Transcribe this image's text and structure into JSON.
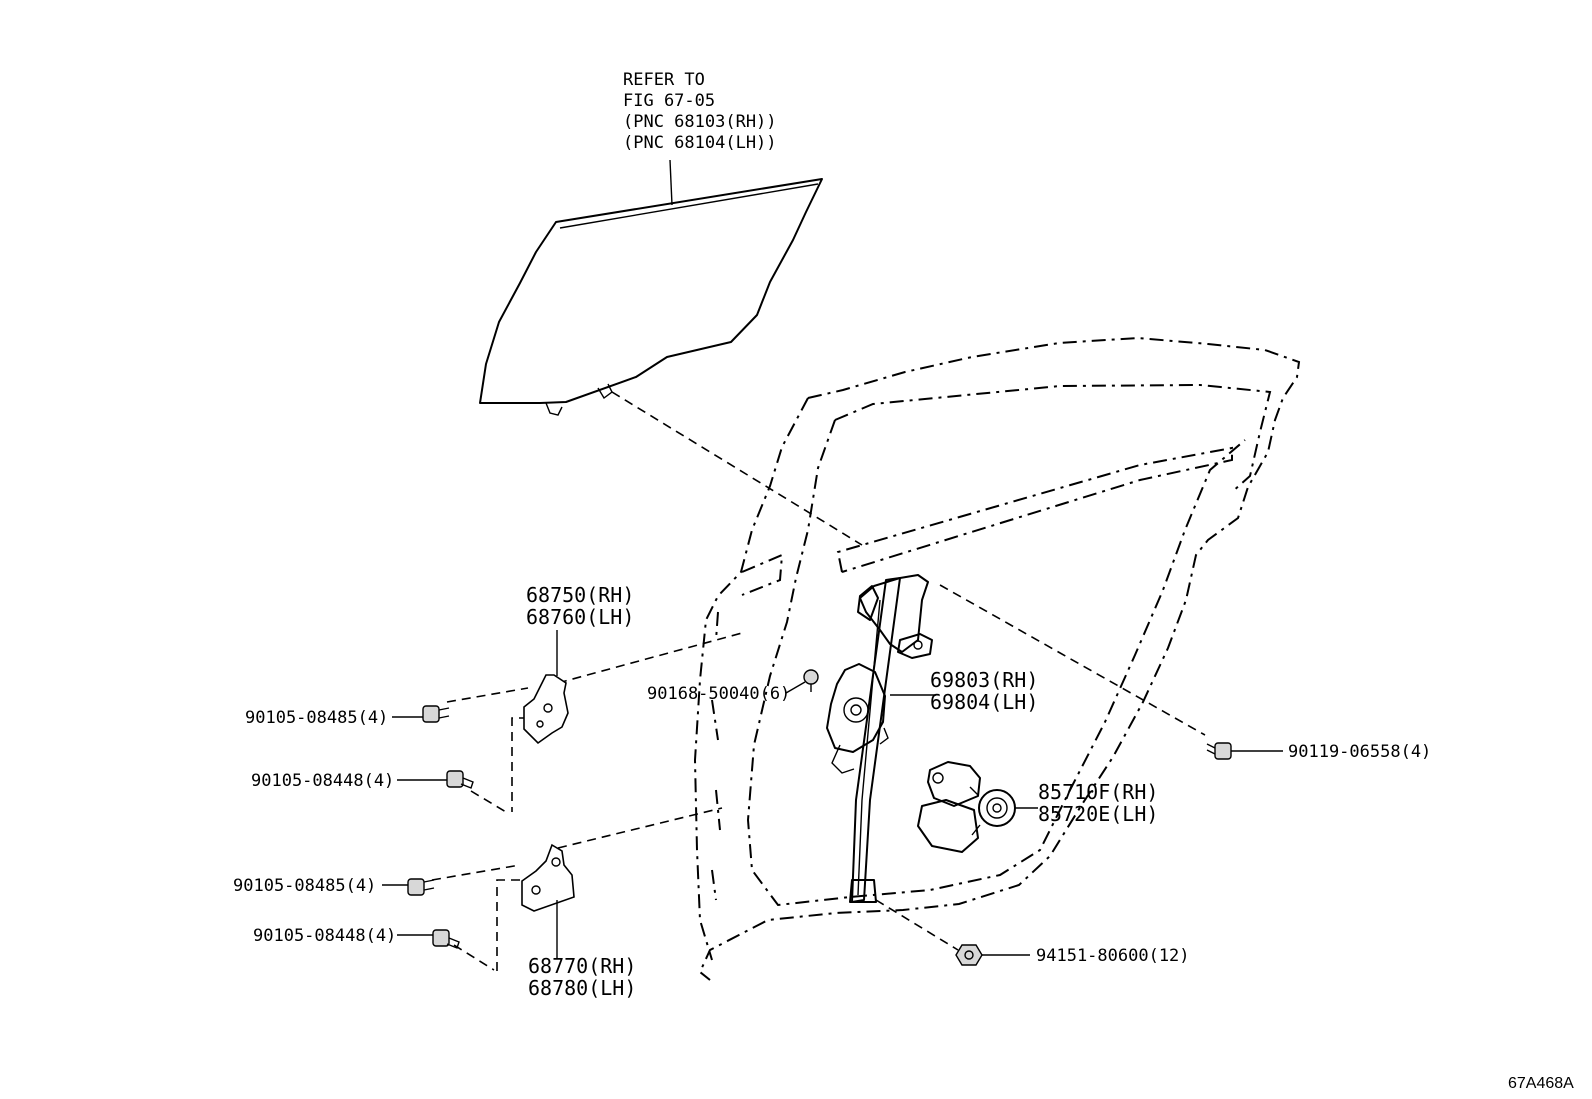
{
  "reference_note": {
    "line1": "REFER TO",
    "line2": "FIG 67-05",
    "line3": "(PNC 68103(RH))",
    "line4": "(PNC 68104(LH))"
  },
  "callouts": {
    "upper_hinge": {
      "rh": "68750(RH)",
      "lh": "68760(LH)"
    },
    "lower_hinge": {
      "rh": "68770(RH)",
      "lh": "68780(LH)"
    },
    "regulator": {
      "rh": "69803(RH)",
      "lh": "69804(LH)"
    },
    "motor": {
      "rh": "85710F(RH)",
      "lh": "85720E(LH)"
    },
    "bolt_upper_1": "90105-08485(4)",
    "bolt_upper_2": "90105-08448(4)",
    "bolt_lower_1": "90105-08485(4)",
    "bolt_lower_2": "90105-08448(4)",
    "clip": "90168-50040(6)",
    "bolt_regulator": "90119-06558(4)",
    "nut": "94151-80600(12)"
  },
  "figure_code": "67A468A"
}
